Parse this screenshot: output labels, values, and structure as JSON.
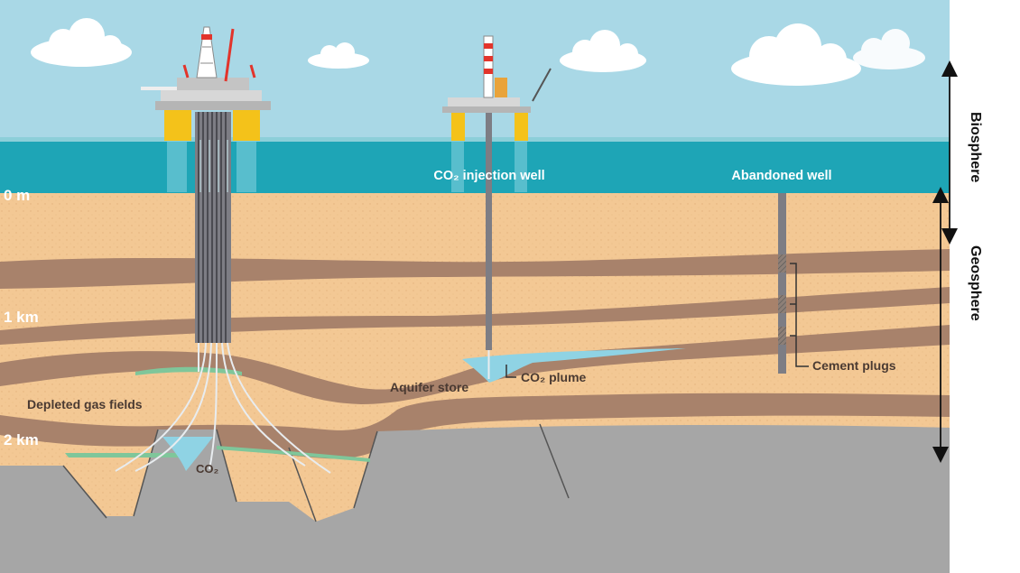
{
  "labels": {
    "injection_well": "CO₂ injection well",
    "abandoned_well": "Abandoned well",
    "depth_0": "0 m",
    "depth_1": "1 km",
    "depth_2": "2 km",
    "depleted": "Depleted gas fields",
    "aquifer": "Aquifer store",
    "plume": "CO₂ plume",
    "co2": "CO₂",
    "cement": "Cement plugs",
    "biosphere": "Biosphere",
    "geosphere": "Geosphere"
  },
  "colors": {
    "sky": "#a9d8e6",
    "sea": "#1ea5b6",
    "sand": "#f3c894",
    "clay": "#a8826b",
    "rock": "#a6a6a6",
    "platform_yellow": "#f4c21a",
    "plume": "#8fd3e4",
    "gas_seal": "#7fc69a"
  }
}
